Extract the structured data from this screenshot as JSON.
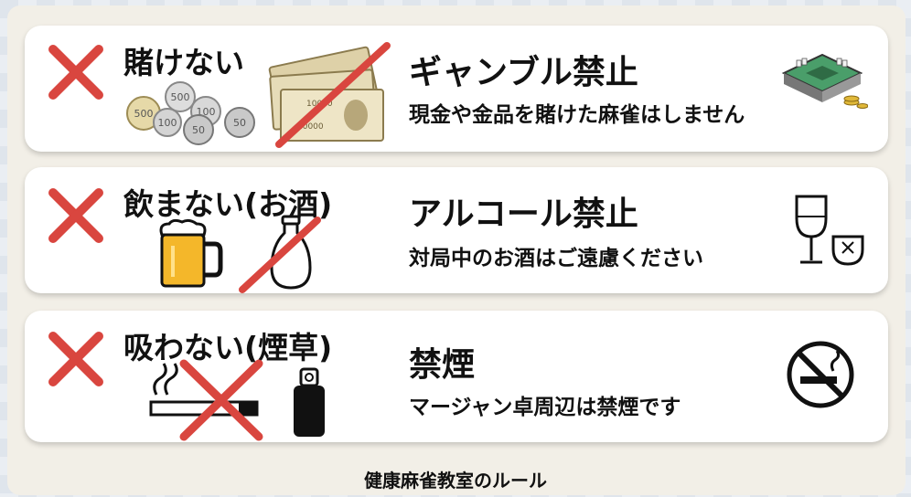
{
  "rules": [
    {
      "title": "賭けない",
      "heading": "ギャンブル禁止",
      "description": "現金や金品を賭けた麻雀はしません",
      "icons": [
        "cross-icon",
        "coins-icon",
        "banknotes-icon",
        "mahjong-table-icon"
      ]
    },
    {
      "title": "飲まない(お酒)",
      "heading": "アルコール禁止",
      "description": "対局中のお酒はご遠慮ください",
      "icons": [
        "cross-icon",
        "beer-mug-icon",
        "sake-bottle-icon",
        "wine-glass-icon"
      ]
    },
    {
      "title": "吸わない(煙草)",
      "heading": "禁煙",
      "description": "マージャン卓周辺は禁煙です",
      "icons": [
        "cross-icon",
        "cigarette-icon",
        "lighter-icon",
        "no-smoking-icon"
      ]
    }
  ],
  "coins": [
    "500",
    "500",
    "100",
    "100",
    "50",
    "50"
  ],
  "banknote_value": "10000",
  "footer": "健康麻雀教室のルール",
  "colors": {
    "accent_red": "#d9463f",
    "card_background": "#ffffff",
    "panel_background": "#f2efe7"
  }
}
